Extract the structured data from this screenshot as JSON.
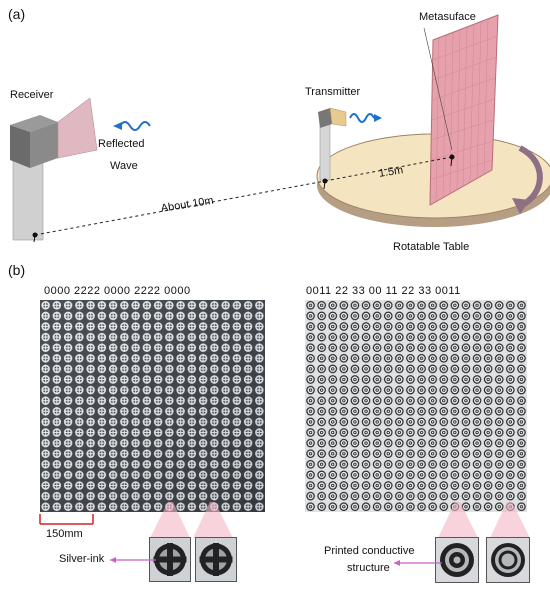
{
  "panel_a": {
    "label": "(a)",
    "receiver": "Receiver",
    "reflected_line1": "Reflected",
    "reflected_line2": "Wave",
    "transmitter": "Transmitter",
    "metasurface": "Metasuface",
    "distance_far": "About 10m",
    "distance_near": "1.5m",
    "table": "Rotatable Table"
  },
  "panel_b": {
    "label": "(b)",
    "left_code": "0000 2222 0000 2222 0000",
    "right_code": "0011 22 33 00 11 22 33 0011",
    "scale_bar": "150mm",
    "left_callout": "Silver-ink",
    "right_callout_line1": "Printed conductive",
    "right_callout_line2": "structure"
  },
  "colors": {
    "wave": "#1f6fd1",
    "metasurface": "#e6a1ad",
    "table": "#f5e4c0",
    "arrow": "#8f6f84",
    "scale": "#d32222",
    "callout_arrow": "#c85fc8"
  }
}
